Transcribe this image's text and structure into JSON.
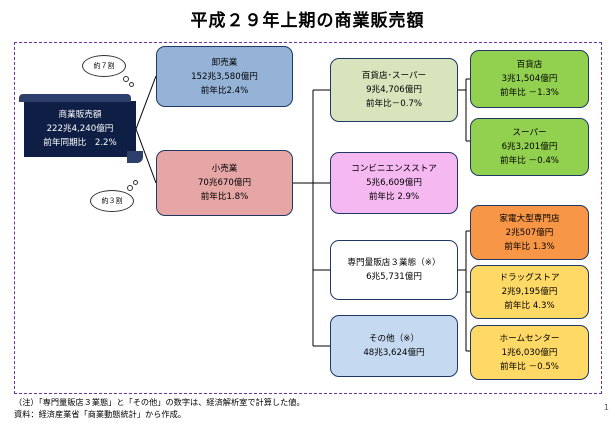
{
  "title": "平成２９年上期の商業販売額",
  "root": {
    "l1": "商業販売額",
    "l2": "222兆4,240億円",
    "l3": "前年同期比　2.2%"
  },
  "callouts": {
    "upper": "約７割",
    "lower": "約３割"
  },
  "wholesale": {
    "l1": "卸売業",
    "l2": "152兆3,580億円",
    "l3": "前年比2.4%"
  },
  "retail": {
    "l1": "小売業",
    "l2": "70兆670億円",
    "l3": "前年比1.8%"
  },
  "dept_super": {
    "l1": "百貨店･スーパー",
    "l2": "9兆4,706億円",
    "l3": "前年比－0.7%"
  },
  "conv": {
    "l1": "コンビニエンスストア",
    "l2": "5兆6,609億円",
    "l3": "前年比 2.9%"
  },
  "specialty": {
    "l1": "専門量販店３業態（※）",
    "l2": "6兆5,731億円"
  },
  "other": {
    "l1": "その他（※）",
    "l2": "48兆3,624億円"
  },
  "dept": {
    "l1": "百貨店",
    "l2": "3兆1,504億円",
    "l3": "前年比 －1.3%"
  },
  "super": {
    "l1": "スーパー",
    "l2": "6兆3,201億円",
    "l3": "前年比 －0.4%"
  },
  "appliance": {
    "l1": "家電大型専門店",
    "l2": "2兆507億円",
    "l3": "前年比 1.3%"
  },
  "drug": {
    "l1": "ドラッグストア",
    "l2": "2兆9,195億円",
    "l3": "前年比 4.3%"
  },
  "home": {
    "l1": "ホームセンター",
    "l2": "1兆6,030億円",
    "l3": "前年比 －0.5%"
  },
  "notes": {
    "n1": "（注）「専門量販店３業態」と「その他」の数字は、経済解析室で計算した値。",
    "n2": "資料：経済産業省「商業動態統計」から作成。"
  },
  "page_number": "1",
  "colors": {
    "root": "#0f1e45",
    "wholesale": "#95b3d7",
    "retail": "#e6a6a6",
    "dept_super": "#d7e4bc",
    "conv": "#f5b8f0",
    "other": "#c5d9f1",
    "green": "#92d050",
    "orange": "#f79646",
    "yellow": "#ffd966",
    "border": "#1f3864"
  }
}
